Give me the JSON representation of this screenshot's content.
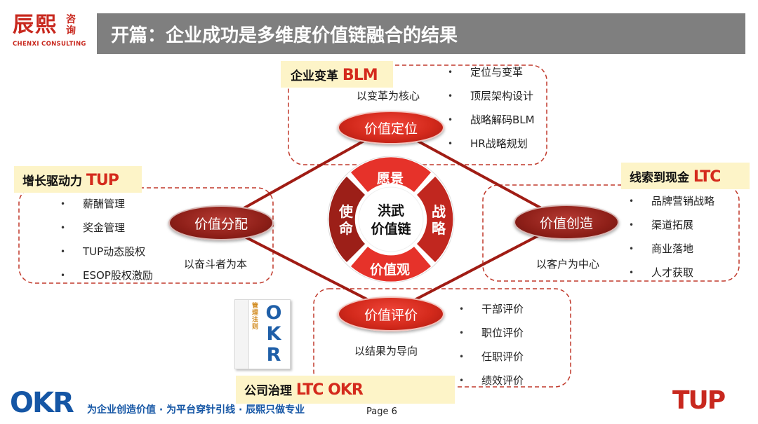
{
  "header": {
    "logo_text": "辰熙",
    "logo_side": "咨询",
    "logo_sub": "CHENXI CONSULTING",
    "title": "开篇：企业成功是多维度价值链融合的结果"
  },
  "top_block": {
    "tag_label": "企业变革",
    "tag_brand": "BLM",
    "caption": "以变革为核心",
    "node": "价值定位",
    "bullets": [
      "定位与变革",
      "顶层架构设计",
      "战略解码BLM",
      "HR战略规划"
    ]
  },
  "left_block": {
    "tag_label": "增长驱动力",
    "tag_brand": "TUP",
    "caption": "以奋斗者为本",
    "node": "价值分配",
    "bullets": [
      "薪酬管理",
      "奖金管理",
      "TUP动态股权",
      "ESOP股权激励"
    ]
  },
  "right_block": {
    "tag_label": "线索到现金",
    "tag_brand": "LTC",
    "caption": "以客户为中心",
    "node": "价值创造",
    "bullets": [
      "品牌营销战略",
      "渠道拓展",
      "商业落地",
      "人才获取"
    ]
  },
  "bottom_block": {
    "tag_label": "公司治理",
    "tag_brand": "LTC OKR",
    "caption": "以结果为导向",
    "node": "价值评价",
    "bullets": [
      "干部评价",
      "职位评价",
      "任职评价",
      "绩效评价"
    ]
  },
  "center": {
    "top": "愿景",
    "left": "使命",
    "right": "战略",
    "bottom": "价值观",
    "core": "洪武价值链"
  },
  "book": {
    "title": "管理法则",
    "brand": "OKR"
  },
  "footer": {
    "okr_logo": "OKR",
    "slogan": "为企业创造价值 · 为平台穿针引线 · 辰熙只做专业",
    "page": "Page 6",
    "tup_logo": "TUP"
  },
  "colors": {
    "accent_red": "#d42a1c",
    "dark_red": "#8e1f18",
    "title_bar": "#7f7f7f",
    "tag_bg": "#fdf4c8",
    "brand_blue": "#1556a5"
  }
}
